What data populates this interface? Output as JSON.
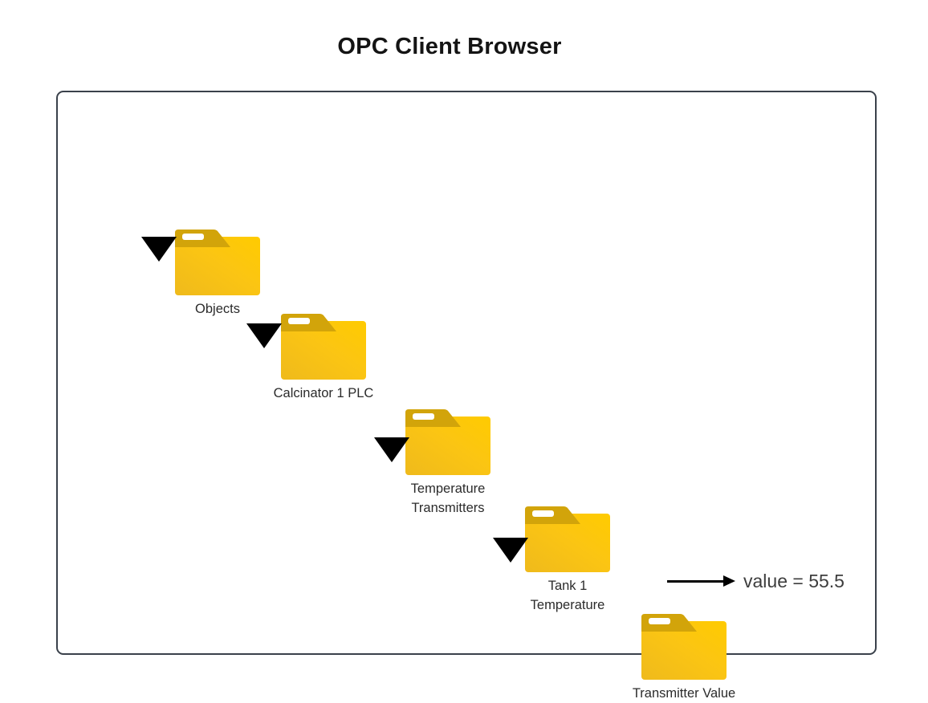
{
  "title": "OPC Client Browser",
  "tree": {
    "nodes": [
      {
        "name": "Objects",
        "line1": "Objects",
        "line2": ""
      },
      {
        "name": "Calcinator 1 PLC",
        "line1": "Calcinator 1 PLC",
        "line2": ""
      },
      {
        "name": "Temperature Transmitters",
        "line1": "Temperature",
        "line2": "Transmitters"
      },
      {
        "name": "Tank 1 Temperature",
        "line1": "Tank 1",
        "line2": "Temperature"
      },
      {
        "name": "Transmitter Value",
        "line1": "Transmitter Value",
        "line2": ""
      }
    ],
    "leaf_value_text": "value = 55.5"
  },
  "icons": {
    "node_icon": "folder-icon",
    "expand_icon": "triangle-down-icon",
    "value_pointer": "arrow-right-icon"
  },
  "colors": {
    "frame_border": "#3a414b",
    "folder_tab": "#D2A40A",
    "folder_body_from": "#EFBA1C",
    "folder_body_to": "#FFCB00",
    "expand_triangle": "#000000",
    "arrow": "#000000",
    "label_text": "#2b2b2b",
    "value_text": "#3d3d3d",
    "title_text": "#141414",
    "background": "#ffffff"
  }
}
